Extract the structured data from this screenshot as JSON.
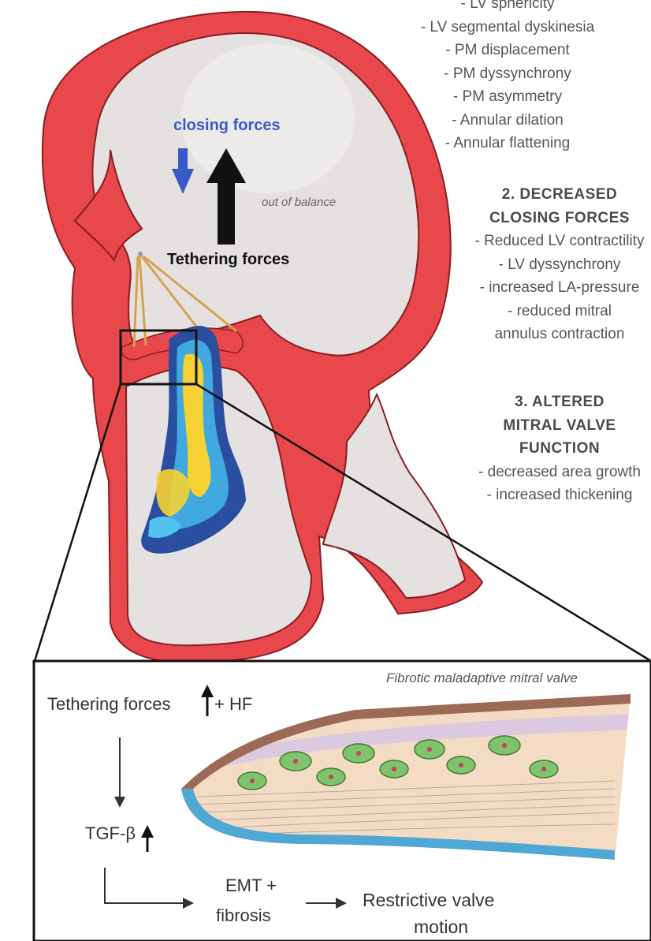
{
  "heart": {
    "closing_forces_label": "closing forces",
    "tethering_forces_label": "Tethering forces",
    "out_of_balance_label": "out of balance",
    "colors": {
      "wall": "#e8474c",
      "cavity": "#e4e1e0",
      "closing_arrow": "#3a5bc7",
      "tether_arrow": "#111111"
    }
  },
  "right_panel": {
    "section1_items": [
      "- LV sphericity",
      "- LV segmental dyskinesia",
      "- PM displacement",
      "- PM dyssynchrony",
      "- PM asymmetry",
      "- Annular dilation",
      "- Annular flattening"
    ],
    "section2_title_lines": [
      "2. DECREASED",
      "CLOSING  FORCES"
    ],
    "section2_items": [
      "- Reduced LV contractility",
      "- LV dyssynchrony",
      "- increased LA-pressure",
      "- reduced mitral",
      "annulus contraction"
    ],
    "section3_title_lines": [
      "3. ALTERED",
      "MITRAL VALVE",
      "FUNCTION"
    ],
    "section3_items": [
      "- decreased area growth",
      "- increased thickening"
    ]
  },
  "inset": {
    "title": "Fibrotic maladaptive mitral valve",
    "tethering_line": "Tethering forces",
    "plus_hf": "+ HF",
    "tgf": "TGF-β",
    "emt_line1": "EMT +",
    "emt_line2": "fibrosis",
    "restrictive_line1": "Restrictive valve",
    "restrictive_line2": "motion"
  }
}
